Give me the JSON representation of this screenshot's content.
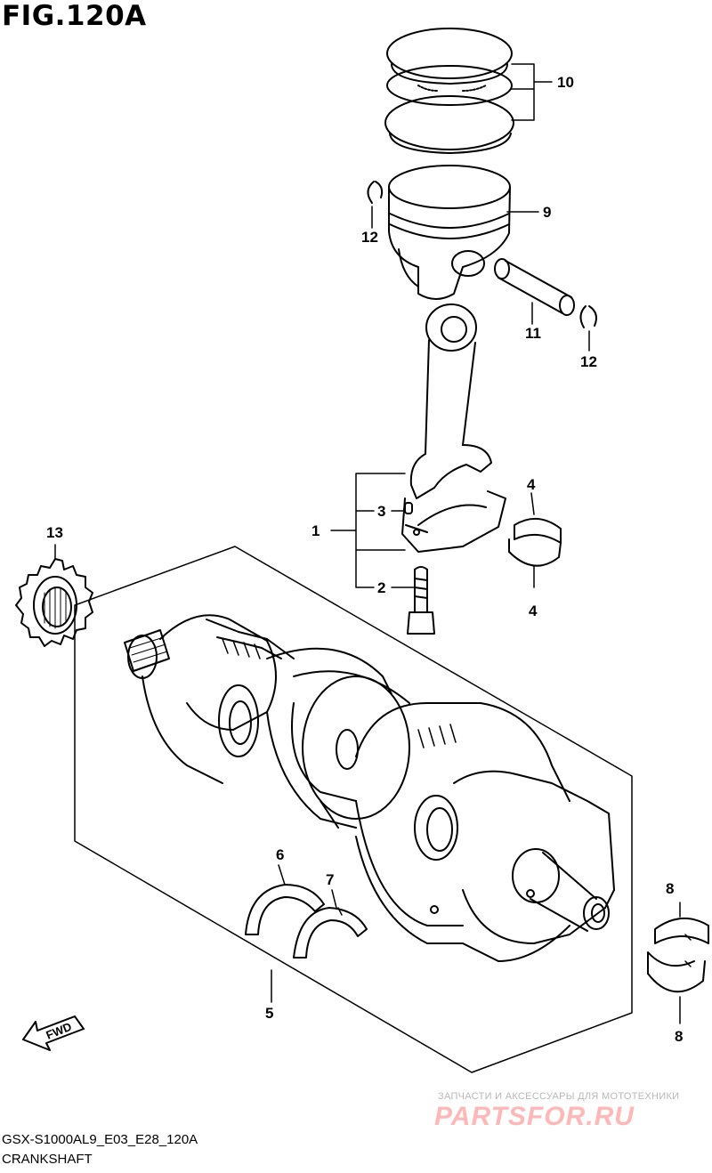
{
  "figure": {
    "title": "FIG.120A",
    "code": "GSX-S1000AL9_E03_E28_120A",
    "name": "CRANKSHAFT"
  },
  "callouts": {
    "c1": "1",
    "c2": "2",
    "c3": "3",
    "c4a": "4",
    "c4b": "4",
    "c5": "5",
    "c6": "6",
    "c7": "7",
    "c8a": "8",
    "c8b": "8",
    "c9": "9",
    "c10": "10",
    "c11": "11",
    "c12a": "12",
    "c12b": "12",
    "c13": "13"
  },
  "fwd_label": "FWD",
  "watermark": {
    "tagline": "ЗАПЧАСТИ И АКСЕССУАРЫ ДЛЯ МОТОТЕХНИКИ",
    "brand": "PARTSFOR.RU"
  }
}
